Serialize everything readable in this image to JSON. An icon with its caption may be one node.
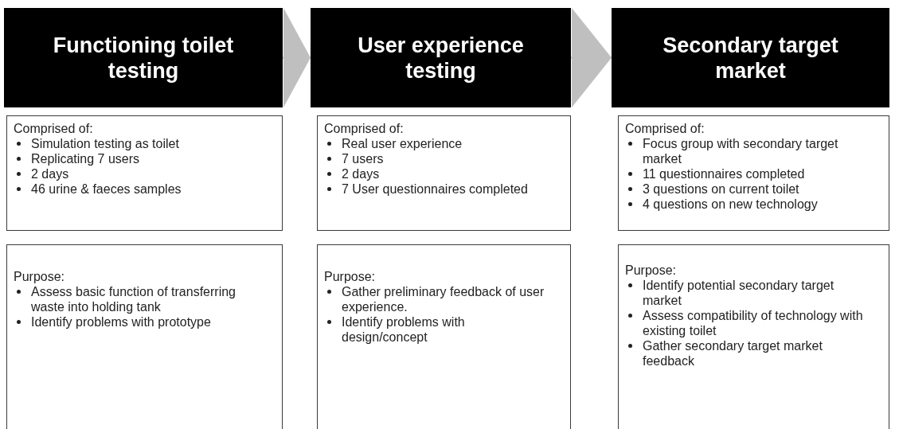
{
  "diagram": {
    "nodes": [
      {
        "text": [
          "Functioning toilet testing"
        ]
      },
      {
        "text": [
          "Comprised of:",
          "Simulation testing as toilet",
          "Replicating 7 users",
          "2 days",
          "46 urine & faeces samples"
        ]
      },
      {
        "text": [
          "Purpose:",
          "Assess basic function of transferring waste into holding tank",
          "Identify problems with prototype"
        ]
      },
      {
        "text": [
          "User experience testing"
        ]
      },
      {
        "text": [
          "Comprised of:",
          "Real user experience",
          "7 users",
          "2 days",
          "7 User questionnaires completed"
        ]
      },
      {
        "text": [
          "Purpose:",
          "Gather preliminary feedback of user experience.",
          "Identify problems with design/concept"
        ]
      },
      {
        "text": [
          "Secondary target market"
        ]
      },
      {
        "text": [
          "Comprised of:",
          "Focus group with secondary target market",
          "11 questionnaires completed",
          "3 questions on current toilet",
          "4 questions on new technology"
        ]
      },
      {
        "text": [
          "Purpose:",
          "Identify potential secondary target market",
          "Assess compatibility of technology with existing toilet",
          "Gather secondary target market feedback"
        ]
      }
    ],
    "edges": [
      {
        "from": 0,
        "to": 3,
        "arrow": "to"
      },
      {
        "from": 3,
        "to": 6,
        "arrow": "to"
      }
    ]
  }
}
